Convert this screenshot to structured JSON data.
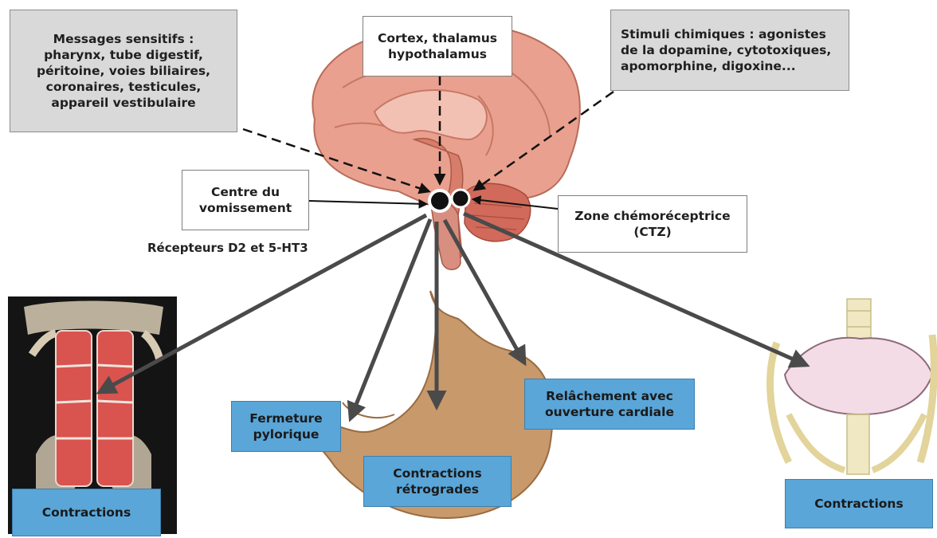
{
  "labels": {
    "messages_sensitifs": "Messages sensitifs :\npharynx, tube digestif,\npéritoine, voies biliaires,\ncoronaires, testicules,\nappareil vestibulaire",
    "cortex": "Cortex, thalamus\nhypothalamus",
    "stimuli_chimiques": "Stimuli chimiques : agonistes\nde la dopamine, cytotoxiques,\napomorphine, digoxine...",
    "centre_vomissement": "Centre du\nvomissement",
    "zone_ctz": "Zone chémoréceptrice\n(CTZ)",
    "recepteurs": "Récepteurs D2 et 5-HT3",
    "fermeture_pylorique": "Fermeture\npylorique",
    "contractions_retrogrades": "Contractions\nrétrogrades",
    "relachement_cardiale": "Relâchement avec\nouverture cardiale",
    "contractions_left": "Contractions",
    "contractions_right": "Contractions"
  },
  "colors": {
    "brain": "#e9a08e",
    "brain_dark": "#c96f5c",
    "stomach": "#c8996a",
    "muscle": "#d9534f",
    "arrow": "#4a4a4a",
    "blue_box": "#5aa6d8",
    "gray_box": "#d9d9d9"
  }
}
